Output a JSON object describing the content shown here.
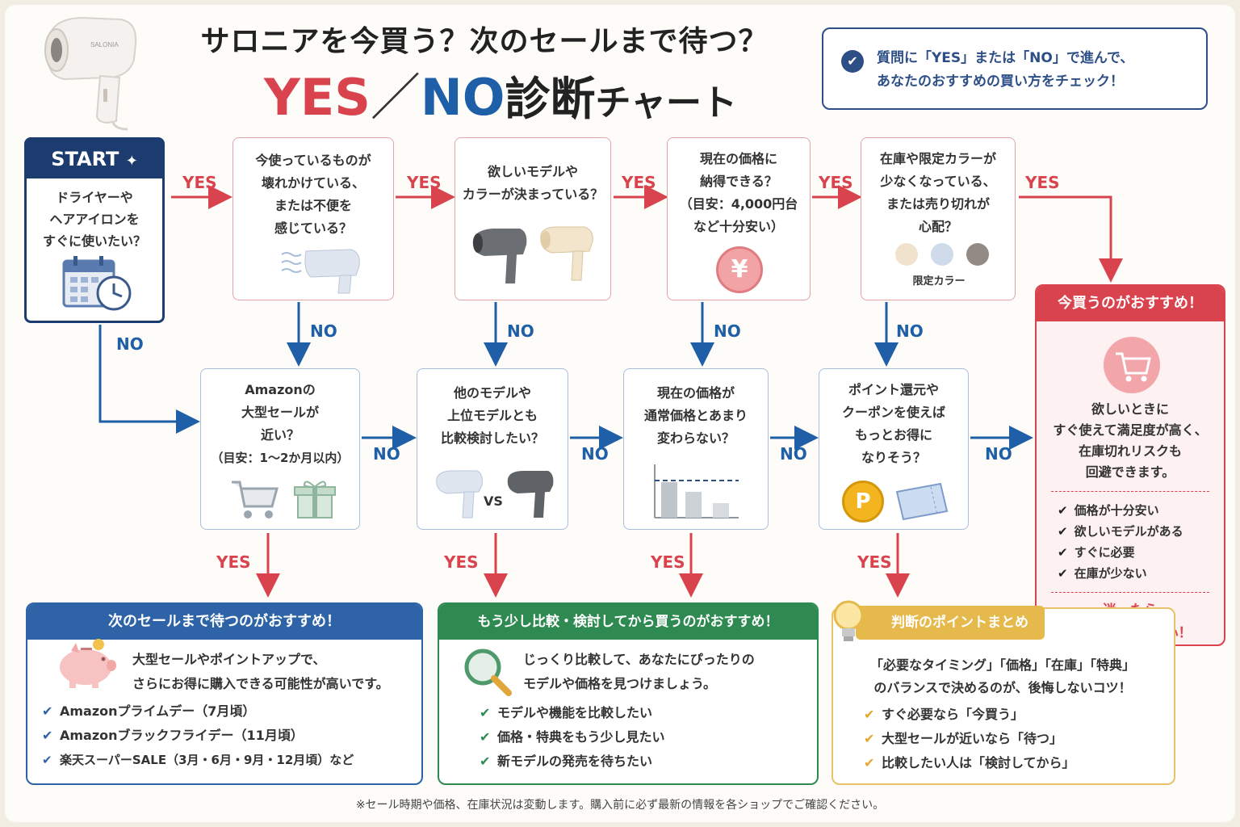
{
  "header": {
    "title_line1": "サロニアを今買う？次のセールまで待つ？",
    "title_yes": "YES",
    "title_slash": "／",
    "title_no": "NO",
    "title_shindan": "診断",
    "title_chart": "チャート",
    "product_brand": "SALONIA"
  },
  "instruction": {
    "line1": "質問に「YES」または「NO」で進んで、",
    "line2": "あなたのおすすめの買い方をチェック！"
  },
  "start": {
    "label": "START",
    "lines": [
      "ドライヤーや",
      "ヘアアイロンを",
      "すぐに使いたい？"
    ]
  },
  "labels": {
    "yes": "YES",
    "no": "NO",
    "vs": "VS"
  },
  "top_questions": [
    {
      "lines": [
        "今使っているものが",
        "壊れかけている、",
        "または不便を",
        "感じている？"
      ]
    },
    {
      "lines": [
        "欲しいモデルや",
        "カラーが決まっている？"
      ]
    },
    {
      "lines": [
        "現在の価格に",
        "納得できる？",
        "（目安：4,000円台",
        "など十分安い）"
      ],
      "coin": "¥"
    },
    {
      "lines": [
        "在庫や限定カラーが",
        "少なくなっている、",
        "または売り切れが",
        "心配？"
      ],
      "caption": "限定カラー"
    }
  ],
  "mid_questions": [
    {
      "lines": [
        "Amazonの",
        "大型セールが",
        "近い？",
        "（目安：1〜2か月以内）"
      ]
    },
    {
      "lines": [
        "他のモデルや",
        "上位モデルとも",
        "比較検討したい？"
      ]
    },
    {
      "lines": [
        "現在の価格が",
        "通常価格とあまり",
        "変わらない？"
      ]
    },
    {
      "lines": [
        "ポイント還元や",
        "クーポンを使えば",
        "もっとお得に",
        "なりそう？"
      ],
      "coin": "P"
    }
  ],
  "buy_now": {
    "title": "今買うのがおすすめ！",
    "lines": [
      "欲しいときに",
      "すぐ使えて満足度が高く、",
      "在庫切れリスクも",
      "回避できます。"
    ],
    "checks": [
      "価格が十分安い",
      "欲しいモデルがある",
      "すぐに必要",
      "在庫が少ない"
    ],
    "foot1": "迷ったら",
    "foot2": "「今買う」が安心！"
  },
  "wait_sale": {
    "title": "次のセールまで待つのがおすすめ！",
    "desc1": "大型セールやポイントアップで、",
    "desc2": "さらにお得に購入できる可能性が高いです。",
    "checks": [
      "Amazonプライムデー（7月頃）",
      "Amazonブラックフライデー（11月頃）",
      "楽天スーパーSALE（3月・6月・9月・12月頃）など"
    ]
  },
  "compare": {
    "title": "もう少し比較・検討してから買うのがおすすめ！",
    "desc1": "じっくり比較して、あなたにぴったりの",
    "desc2": "モデルや価格を見つけましょう。",
    "checks": [
      "モデルや機能を比較したい",
      "価格・特典をもう少し見たい",
      "新モデルの発売を待ちたい"
    ]
  },
  "summary": {
    "title": "判断のポイントまとめ",
    "desc1": "「必要なタイミング」「価格」「在庫」「特典」",
    "desc2": "のバランスで決めるのが、後悔しないコツ！",
    "checks": [
      "すぐ必要なら「今買う」",
      "大型セールが近いなら「待つ」",
      "比較したい人は「検討してから」"
    ]
  },
  "footer": "※セール時期や価格、在庫状況は変動します。購入前に必ず最新の情報を各ショップでご確認ください。",
  "colors": {
    "yes": "#d9434e",
    "no": "#1f5fa8",
    "navy": "#1c3b6e",
    "green": "#2f8a52",
    "gold": "#e5b94b"
  },
  "icons": [
    "hair-dryer-icon",
    "calendar-clock-icon",
    "cart-icon",
    "gift-icon",
    "yen-coin-icon",
    "point-coin-icon",
    "coupon-icon",
    "piggy-bank-icon",
    "magnifier-icon",
    "lightbulb-icon",
    "check-icon",
    "price-chart-icon"
  ]
}
